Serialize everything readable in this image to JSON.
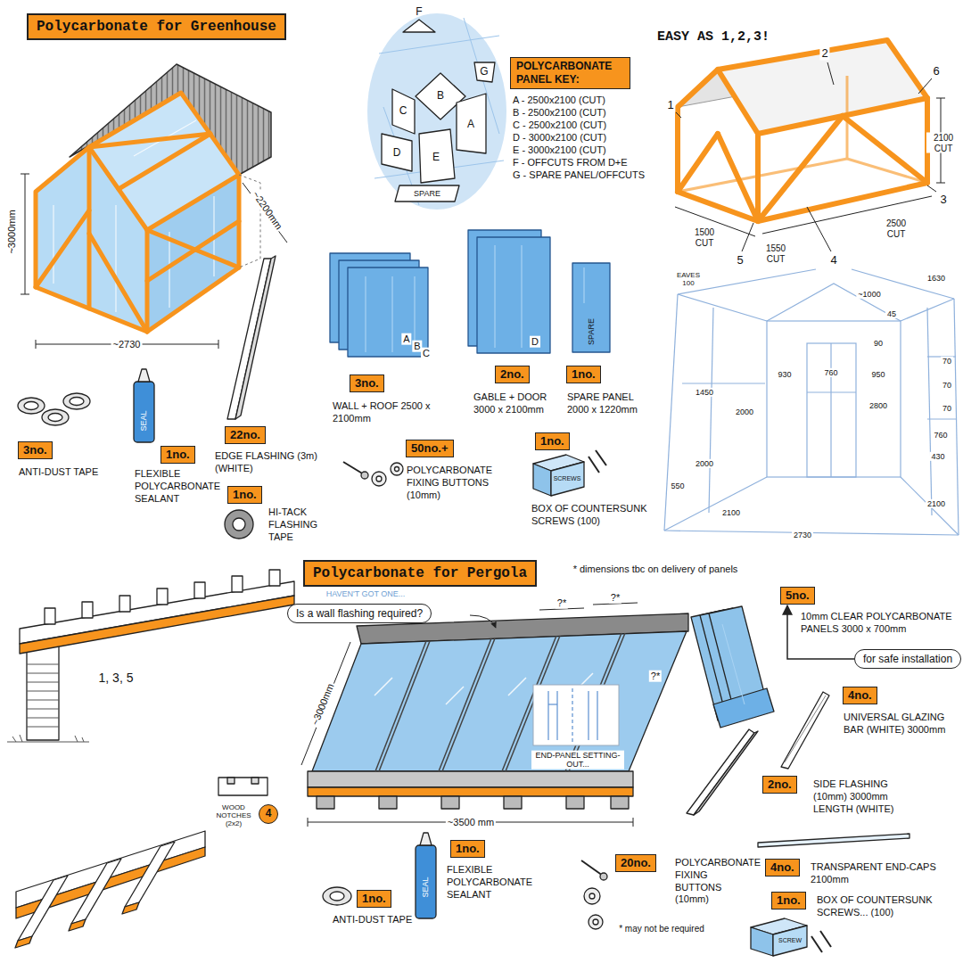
{
  "diagram": {
    "nodes": [
      {
        "text": [
          "Polycarbonate for Greenhouse"
        ]
      },
      {
        "text": [
          "POLYCARBONATE PANEL KEY:",
          "A - 2500x2100 (CUT)",
          "B - 2500x2100 (CUT)",
          "C - 2500x2100 (CUT)",
          "D - 3000x2100 (CUT)",
          "E - 3000x2100 (CUT)",
          "F - OFFCUTS FROM D+E",
          "G - SPARE PANEL/OFFCUTS"
        ]
      },
      {
        "text": [
          "3no.",
          "ANTI-DUST TAPE"
        ]
      },
      {
        "text": [
          "1no.",
          "FLEXIBLE POLYCARBONATE SEALANT"
        ]
      },
      {
        "text": [
          "1no.",
          "HI-TACK FLASHING TAPE"
        ]
      },
      {
        "text": [
          "22no.",
          "EDGE FLASHING (3m)(WHITE)"
        ]
      },
      {
        "text": [
          "3no.",
          "WALL + ROOF 2500 x 2100mm"
        ]
      },
      {
        "text": [
          "2no.",
          "GABLE + DOOR 3000 x 2100mm"
        ]
      },
      {
        "text": [
          "1no.",
          "SPARE PANEL 2000 x 1220mm"
        ]
      },
      {
        "text": [
          "50no.+",
          "POLYCARBONATE FIXING BUTTONS (10mm)"
        ]
      },
      {
        "text": [
          "1no.",
          "BOX OF COUNTERSUNK SCREWS (100)"
        ]
      },
      {
        "text": [
          "Polycarbonate for Pergola"
        ]
      },
      {
        "text": [
          "Is a wall flashing required?"
        ]
      },
      {
        "text": [
          "5no.",
          "10mm CLEAR POLYCARBONATE PANELS 3000 x 700mm"
        ]
      },
      {
        "text": [
          "for safe installation"
        ]
      },
      {
        "text": [
          "4no.",
          "UNIVERSAL GLAZING BAR (WHITE) 3000mm"
        ]
      },
      {
        "text": [
          "2no.",
          "SIDE FLASHING (10mm) 3000mm LENGTH (WHITE)"
        ]
      },
      {
        "text": [
          "4"
        ]
      },
      {
        "text": [
          "1no.",
          "ANTI-DUST TAPE"
        ]
      },
      {
        "text": [
          "1no.",
          "FLEXIBLE POLYCARBONATE SEALANT"
        ]
      },
      {
        "text": [
          "20no.",
          "POLYCARBONATE FIXING BUTTONS (10mm)"
        ]
      },
      {
        "text": [
          "4no.",
          "TRANSPARENT END-CAPS 2100mm"
        ]
      },
      {
        "text": [
          "1no.",
          "BOX OF COUNTERSUNK SCREWS... (100)"
        ]
      }
    ],
    "edges": [
      {
        "from": 14,
        "to": 13,
        "arrow": "to"
      }
    ],
    "labels": [
      "~3000mm",
      "~2730",
      "~2200mm",
      "EASY AS 1,2,3!",
      "1",
      "2",
      "6",
      "3",
      "4",
      "5",
      "2100 CUT",
      "1500 CUT",
      "1550 CUT",
      "2500 CUT",
      "A",
      "B",
      "C",
      "D",
      "E",
      "F",
      "G",
      "SPARE",
      "A",
      "B",
      "C",
      "D",
      "SPARE",
      "SEAL",
      "SCREWS",
      "SEAL",
      "SCREW",
      "1, 3, 5",
      "* dimensions tbc on delivery of panels",
      "HAVEN'T GOT ONE...",
      "?*",
      "?*",
      "?*",
      "~3000mm",
      "~3500 mm",
      "END-PANEL SETTING-OUT...",
      "WOOD NOTCHES (2x2)",
      "* may not be required",
      "EAVES 100",
      "~1000",
      "1630",
      "45",
      "90",
      "930",
      "760",
      "950",
      "1450",
      "2000",
      "2800",
      "550",
      "2000",
      "2100",
      "2730",
      "70",
      "70",
      "70",
      "760",
      "430",
      "2100"
    ]
  }
}
